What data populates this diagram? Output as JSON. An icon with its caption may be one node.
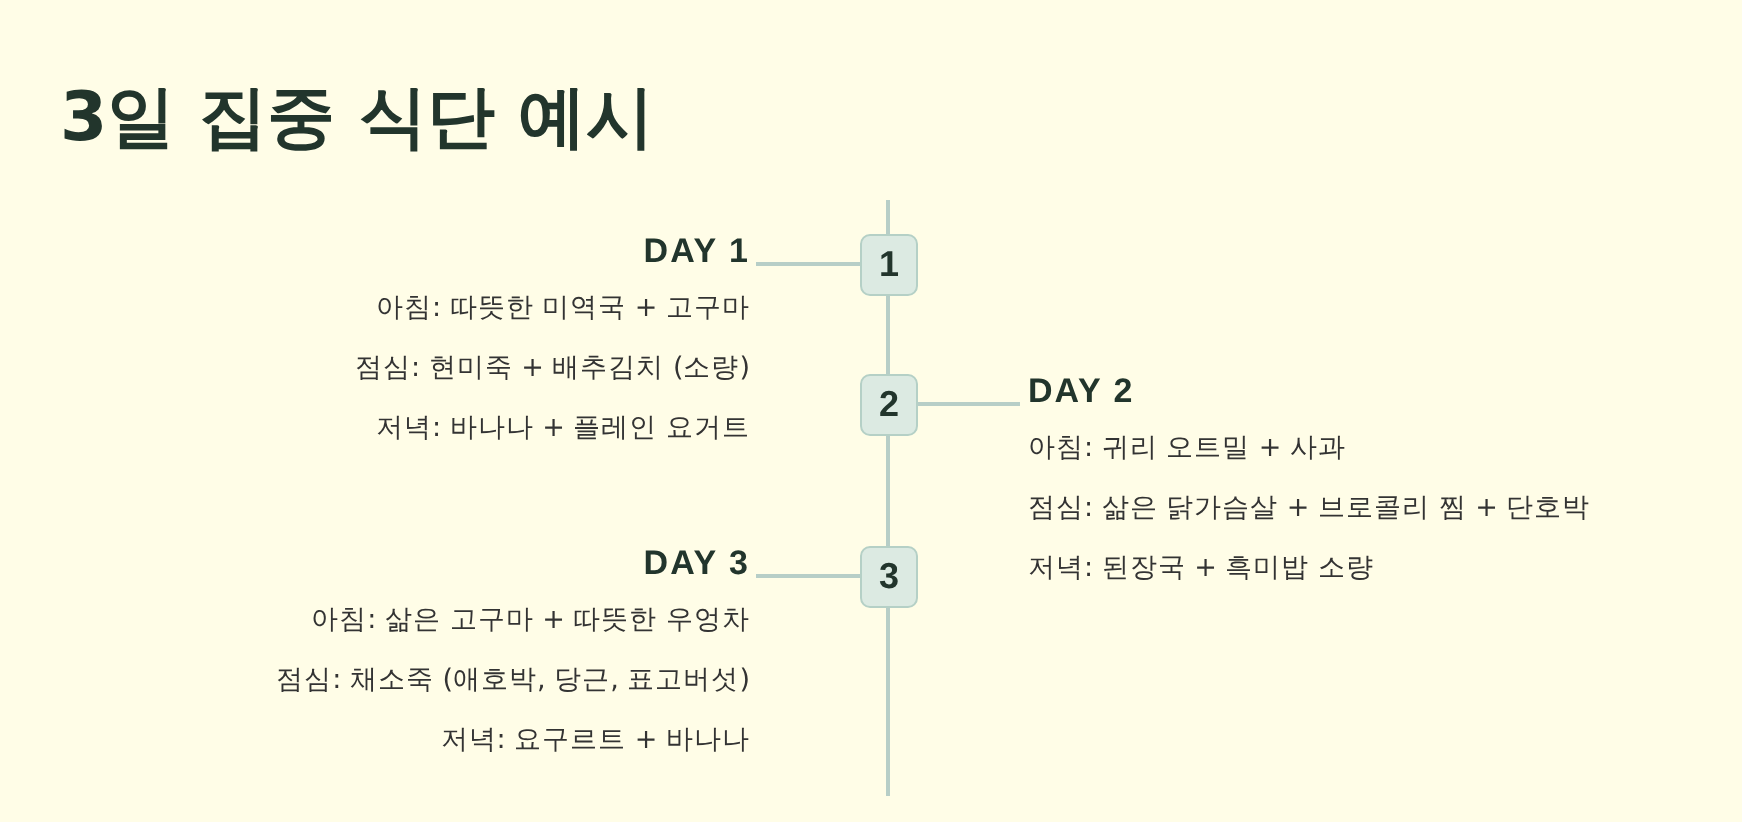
{
  "diagram": {
    "title": "3일 집중 식단 예시",
    "nodes": [
      {
        "text": [
          "1"
        ]
      },
      {
        "text": [
          "DAY 1",
          "아침: 따뜻한 미역국 + 고구마",
          "점심: 현미죽 + 배추김치 (소량)",
          "저녁: 바나나 + 플레인 요거트"
        ]
      },
      {
        "text": [
          "2"
        ]
      },
      {
        "text": [
          "DAY 2",
          "아침: 귀리 오트밀 + 사과",
          "점심: 삶은 닭가슴살 + 브로콜리 찜 + 단호박",
          "저녁: 된장국 + 흑미밥 소량"
        ]
      },
      {
        "text": [
          "3"
        ]
      },
      {
        "text": [
          "DAY 3",
          "아침: 삶은 고구마 + 따뜻한 우엉차",
          "점심: 채소죽 (애호박, 당근, 표고버섯)",
          "저녁: 요구르트 + 바나나"
        ]
      }
    ],
    "edges": [
      {
        "from": 0,
        "to": 1,
        "arrow": "none"
      },
      {
        "from": 2,
        "to": 3,
        "arrow": "none"
      },
      {
        "from": 4,
        "to": 5,
        "arrow": "none"
      },
      {
        "from": 0,
        "to": 2,
        "arrow": "none"
      },
      {
        "from": 2,
        "to": 4,
        "arrow": "none"
      }
    ]
  }
}
